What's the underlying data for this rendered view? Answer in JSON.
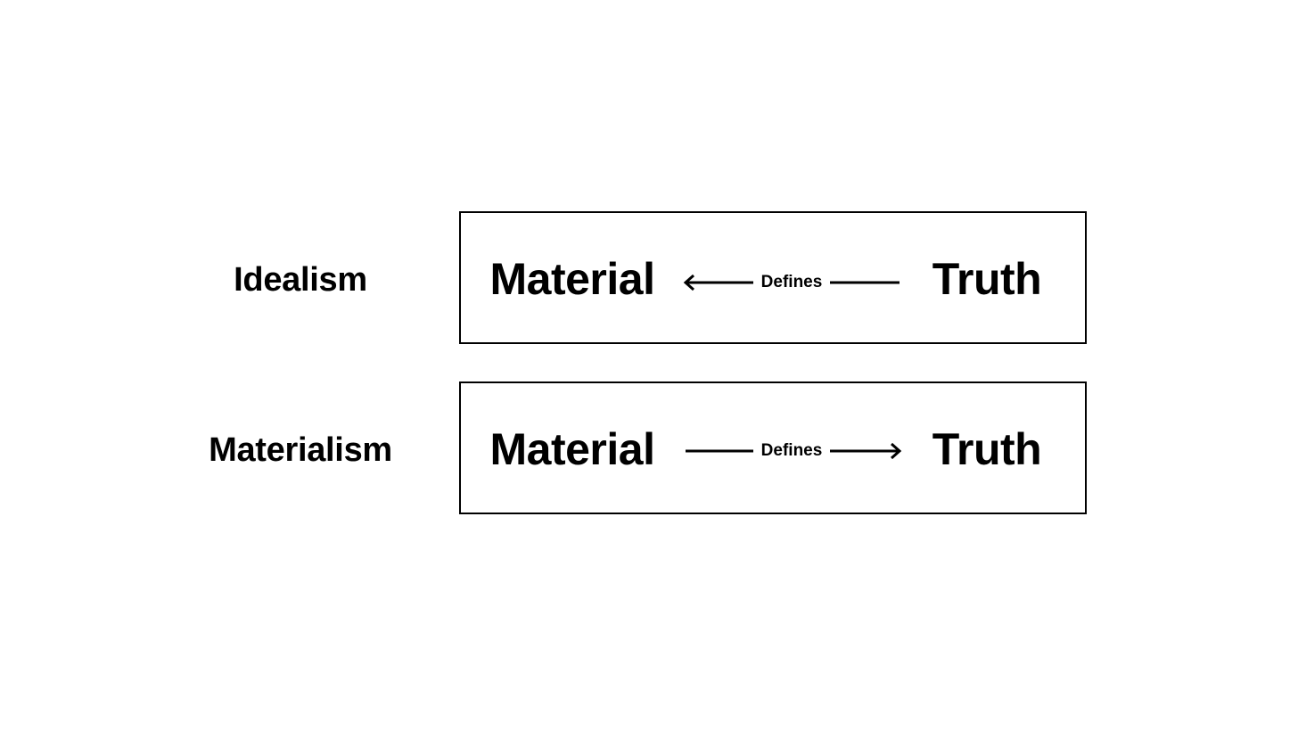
{
  "rows": [
    {
      "label": "Idealism",
      "left_term": "Material",
      "relation": "Defines",
      "right_term": "Truth",
      "arrow_direction": "right-to-left"
    },
    {
      "label": "Materialism",
      "left_term": "Material",
      "relation": "Defines",
      "right_term": "Truth",
      "arrow_direction": "left-to-right"
    }
  ],
  "colors": {
    "background": "#ffffff",
    "ink": "#000000"
  }
}
